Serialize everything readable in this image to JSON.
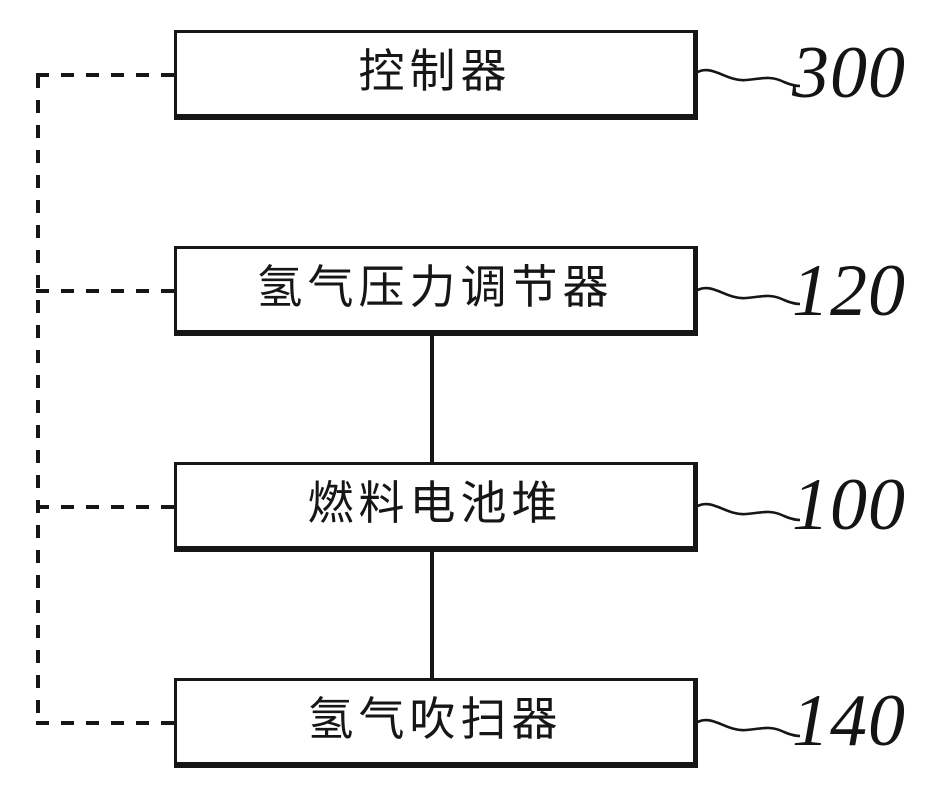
{
  "figure": {
    "type": "block-diagram",
    "background": "#ffffff",
    "line_color": "#161616",
    "nodes": [
      {
        "label": "控制器",
        "ref": "300"
      },
      {
        "label": "氢气压力调节器",
        "ref": "120"
      },
      {
        "label": "燃料电池堆",
        "ref": "100"
      },
      {
        "label": "氢气吹扫器",
        "ref": "140"
      }
    ],
    "edges": {
      "solid": [
        [
          1,
          2
        ],
        [
          2,
          3
        ]
      ],
      "dashed_bus_from_node": 0,
      "dashed_bus_to_nodes": [
        1,
        2,
        3
      ]
    }
  }
}
